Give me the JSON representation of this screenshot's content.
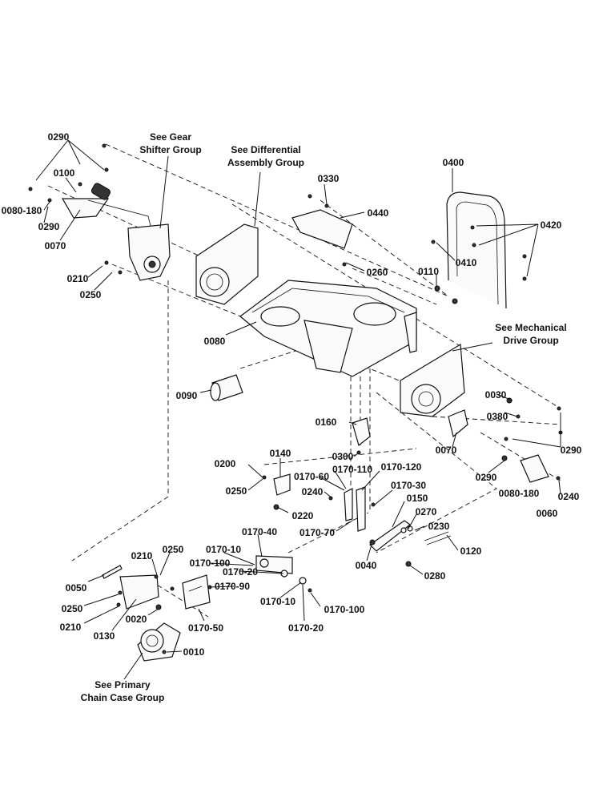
{
  "notes": {
    "gear_shifter": [
      "See Gear",
      "Shifter Group"
    ],
    "differential": [
      "See Differential",
      "Assembly Group"
    ],
    "mechanical_drive": [
      "See Mechanical",
      "Drive Group"
    ],
    "primary_chain": [
      "See Primary",
      "Chain Case Group"
    ]
  },
  "labels": {
    "p0290_top": "0290",
    "p0100": "0100",
    "p0080_180_left": "0080-180",
    "p0290_left": "0290",
    "p0070_left": "0070",
    "p0210_upper": "0210",
    "p0250_upper": "0250",
    "p0330": "0330",
    "p0440": "0440",
    "p0260": "0260",
    "p0080": "0080",
    "p0090": "0090",
    "p0400": "0400",
    "p0420": "0420",
    "p0410": "0410",
    "p0110": "0110",
    "p0030": "0030",
    "p0380": "0380",
    "p0070_right": "0070",
    "p0290_right": "0290",
    "p0290_mid": "0290",
    "p0080_180_right": "0080-180",
    "p0240_right": "0240",
    "p0060": "0060",
    "p0160": "0160",
    "p0300": "0300",
    "p0140": "0140",
    "p0200": "0200",
    "p0250_mid": "0250",
    "p0170_60": "0170-60",
    "p0170_110": "0170-110",
    "p0170_120": "0170-120",
    "p0240_mid": "0240",
    "p0220": "0220",
    "p0170_30": "0170-30",
    "p0150": "0150",
    "p0270": "0270",
    "p0230": "0230",
    "p0170_70": "0170-70",
    "p0120": "0120",
    "p0040": "0040",
    "p0280": "0280",
    "p0170_40": "0170-40",
    "p0170_10_top": "0170-10",
    "p0170_100_top": "0170-100",
    "p0170_20_top": "0170-20",
    "p0170_90": "0170-90",
    "p0170_10_bottom": "0170-10",
    "p0170_100_bottom": "0170-100",
    "p0170_20_bottom": "0170-20",
    "p0170_50": "0170-50",
    "p0210_lower_a": "0210",
    "p0250_lower_a": "0250",
    "p0050": "0050",
    "p0250_lower_b": "0250",
    "p0210_lower_b": "0210",
    "p0130": "0130",
    "p0020": "0020",
    "p0010": "0010"
  }
}
